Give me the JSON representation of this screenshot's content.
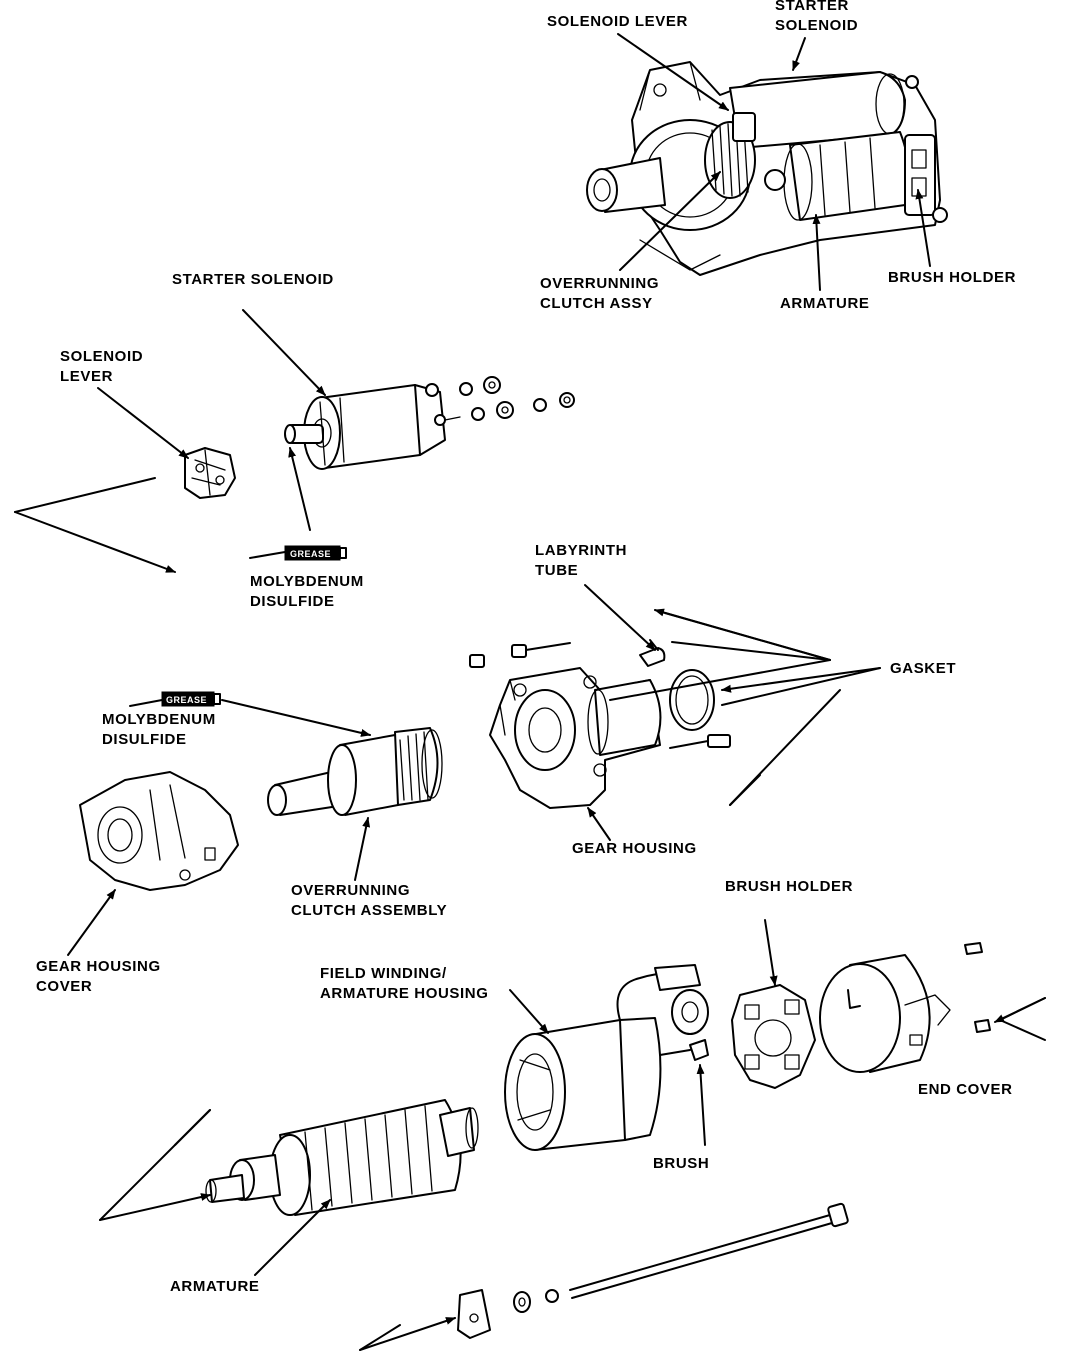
{
  "labels": {
    "top_solenoid_lever": "SOLENOID LEVER",
    "top_starter_solenoid_1": "STARTER",
    "top_starter_solenoid_2": "SOLENOID",
    "top_clutch_1": "OVERRUNNING",
    "top_clutch_2": "CLUTCH ASSY",
    "top_armature": "ARMATURE",
    "top_brush_holder": "BRUSH HOLDER",
    "starter_solenoid": "STARTER SOLENOID",
    "solenoid_lever_1": "SOLENOID",
    "solenoid_lever_2": "LEVER",
    "moly_1_a": "MOLYBDENUM",
    "moly_1_b": "DISULFIDE",
    "labyrinth_1": "LABYRINTH",
    "labyrinth_2": "TUBE",
    "gasket": "GASKET",
    "moly_2_a": "MOLYBDENUM",
    "moly_2_b": "DISULFIDE",
    "gear_housing": "GEAR HOUSING",
    "clutch_assembly_1": "OVERRUNNING",
    "clutch_assembly_2": "CLUTCH ASSEMBLY",
    "gear_housing_cover_1": "GEAR HOUSING",
    "gear_housing_cover_2": "COVER",
    "brush_holder": "BRUSH HOLDER",
    "field_winding_1": "FIELD WINDING/",
    "field_winding_2": "ARMATURE HOUSING",
    "end_cover": "END COVER",
    "brush": "BRUSH",
    "armature": "ARMATURE"
  },
  "grease_tag": "GREASE",
  "colors": {
    "ink": "#000000",
    "paper": "#ffffff"
  }
}
